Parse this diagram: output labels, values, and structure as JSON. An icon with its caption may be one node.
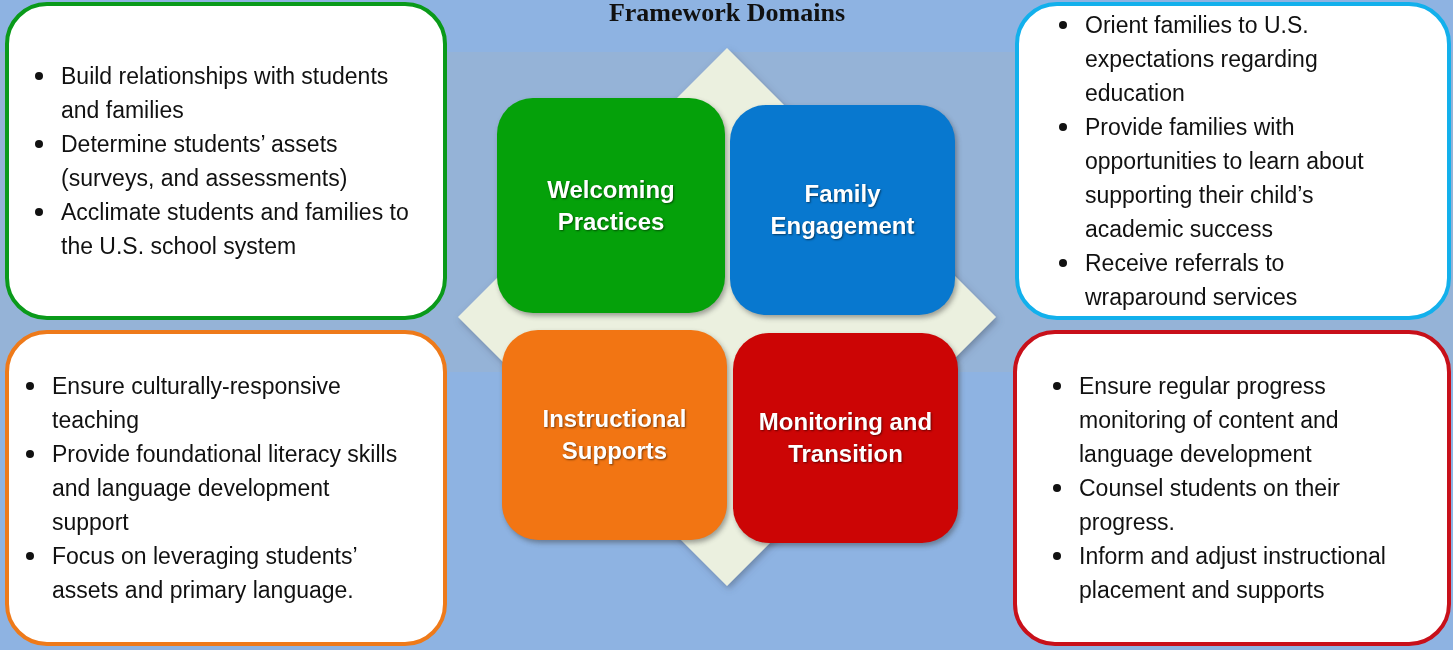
{
  "diagram": {
    "title": "Framework Domains",
    "nodes": [
      {
        "text": [
          "Build relationships with students and families",
          "Determine students’ assets (surveys, and assessments)",
          "Acclimate students and families to the U.S. school system"
        ]
      },
      {
        "text": [
          "Welcoming Practices"
        ]
      },
      {
        "text": [
          "Family Engagement"
        ]
      },
      {
        "text": [
          "Orient families to U.S. expectations regarding education",
          "Provide families with opportunities to learn about supporting their child’s academic success",
          "Receive referrals to wraparound services"
        ]
      },
      {
        "text": [
          "Ensure culturally-responsive teaching",
          "Provide foundational literacy skills and language development support",
          "Focus on leveraging students’ assets and primary language."
        ]
      },
      {
        "text": [
          "Instructional Supports"
        ]
      },
      {
        "text": [
          "Monitoring and Transition"
        ]
      },
      {
        "text": [
          "Ensure regular progress monitoring of content and language development",
          "Counsel students on their progress.",
          "Inform and adjust instructional placement and supports"
        ]
      }
    ]
  }
}
